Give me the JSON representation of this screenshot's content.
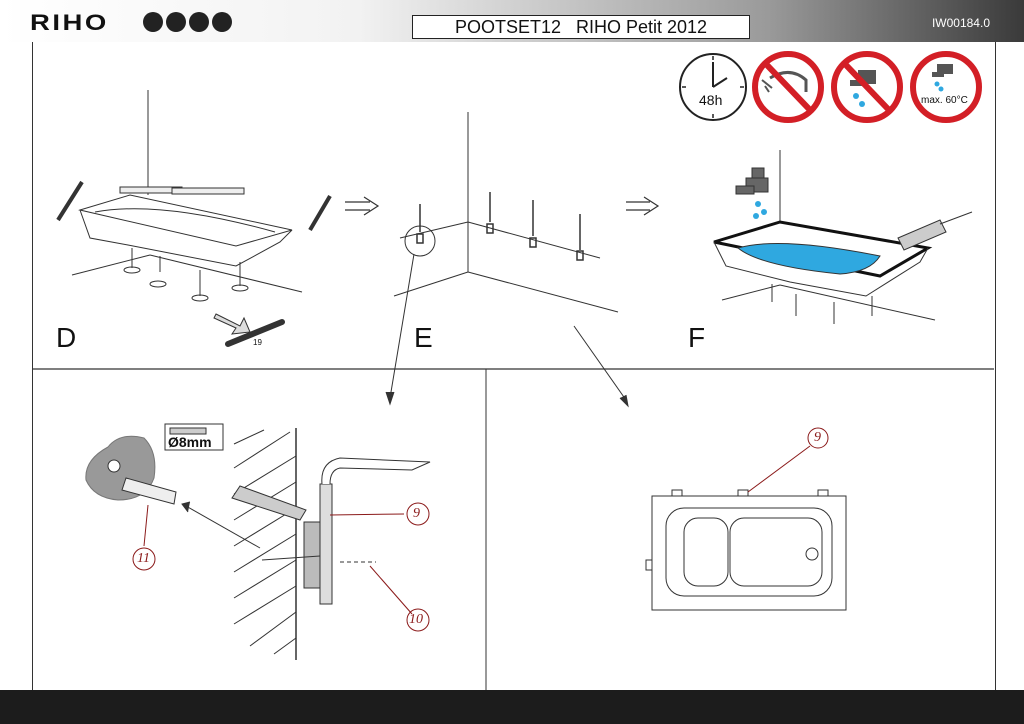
{
  "header": {
    "brand": "RIHO",
    "title": "POOTSET12   RIHO Petit 2012",
    "code": "IW00184.0",
    "safety_icons": [
      "gloves-icon",
      "mask-icon",
      "glasses-icon",
      "boots-icon"
    ]
  },
  "warnings": {
    "cure_time": "48h",
    "max_temp": "max. 60°C",
    "icons": [
      "clock-icon",
      "no-shower-icon",
      "no-tap-icon",
      "water-temp-icon"
    ]
  },
  "steps": {
    "d": "D",
    "e": "E",
    "f": "F"
  },
  "tools": {
    "wrench_size": "19",
    "drill_size": "Ø8mm"
  },
  "callouts": {
    "dowel": "11",
    "sealant": "9",
    "screw": "10",
    "top_view_sealant": "9"
  },
  "colors": {
    "water": "#2fa8e0",
    "prohibit": "#d31f26",
    "callout": "#8b1a1a"
  }
}
